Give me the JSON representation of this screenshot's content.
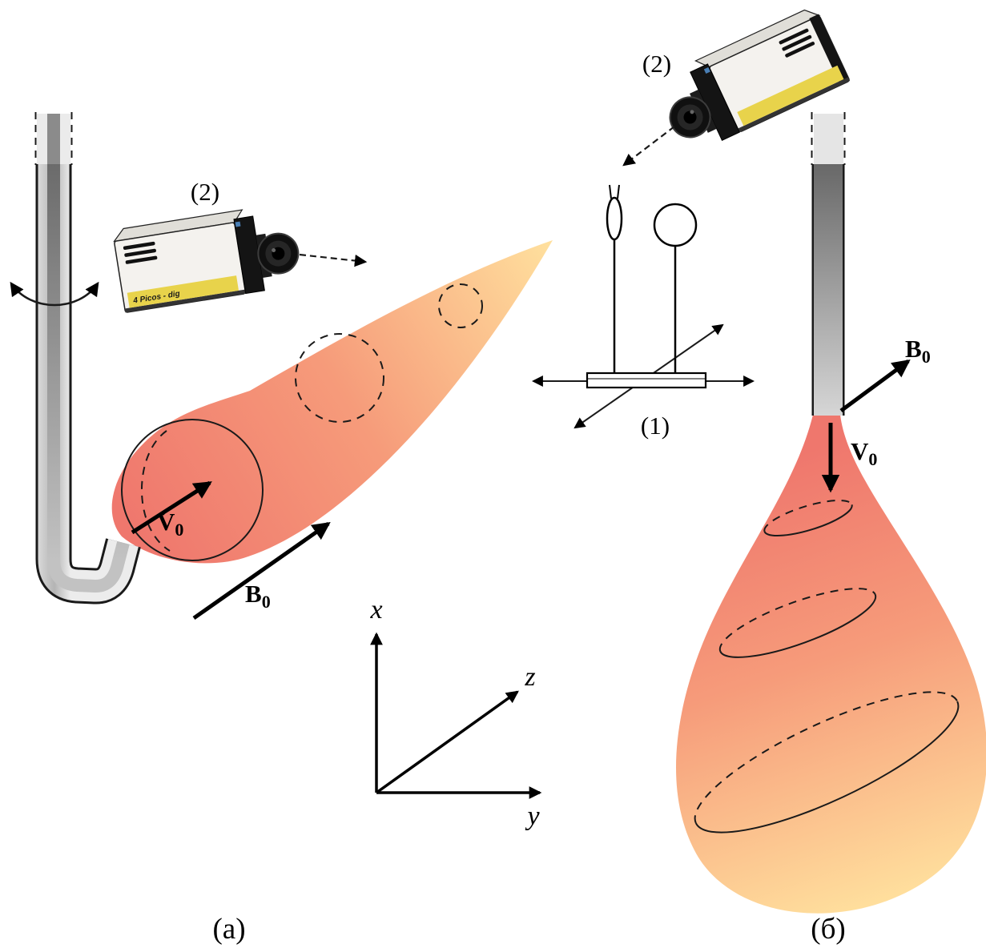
{
  "figure": {
    "panel_a": {
      "label": "(а)",
      "camera_tag": "(2)",
      "v_label": {
        "main": "V",
        "sub": "0"
      },
      "b_label": {
        "main": "B",
        "sub": "0"
      }
    },
    "panel_b": {
      "label": "(б)",
      "camera_tag": "(2)",
      "v_label": {
        "main": "V",
        "sub": "0"
      },
      "b_label": {
        "main": "B",
        "sub": "0"
      }
    },
    "stage": {
      "label": "(1)"
    },
    "axes": {
      "x": "x",
      "y": "y",
      "z": "z"
    },
    "camera_brand": "4 Picos - dig"
  },
  "colors": {
    "plume_red": "#ef776d",
    "plume_mid": "#f69b7a",
    "plume_yellow": "#ffdf9d",
    "camera_body": "#f4f2ee",
    "camera_dark": "#141414",
    "camera_yellow": "#e8d34b",
    "camera_accent": "#4a7fb5",
    "ink": "#1a1a1a"
  }
}
